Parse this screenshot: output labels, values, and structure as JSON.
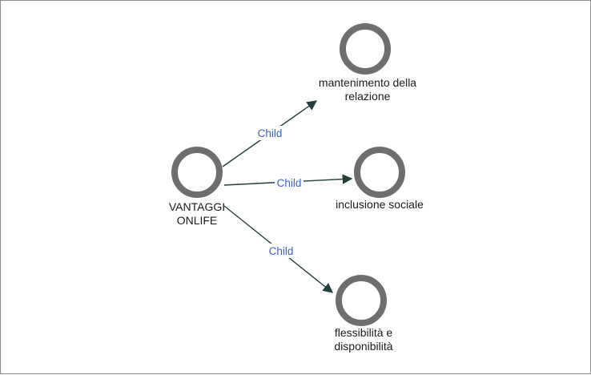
{
  "diagram": {
    "nodes": [
      {
        "id": "root",
        "lines": [
          "VANTAGGI",
          "ONLIFE"
        ]
      },
      {
        "id": "n1",
        "lines": [
          "mantenimento della",
          "relazione"
        ]
      },
      {
        "id": "n2",
        "lines": [
          "inclusione sociale"
        ]
      },
      {
        "id": "n3",
        "lines": [
          "flessibilità e",
          "disponibilità"
        ]
      }
    ],
    "edges": [
      {
        "from": "root",
        "to": "n1",
        "label": "Child"
      },
      {
        "from": "root",
        "to": "n2",
        "label": "Child"
      },
      {
        "from": "root",
        "to": "n3",
        "label": "Child"
      }
    ],
    "colors": {
      "node_ring": "#6e6e6e",
      "edge": "#23403e",
      "edge_label": "#3a5fd0",
      "node_text": "#1a1a1a"
    }
  }
}
